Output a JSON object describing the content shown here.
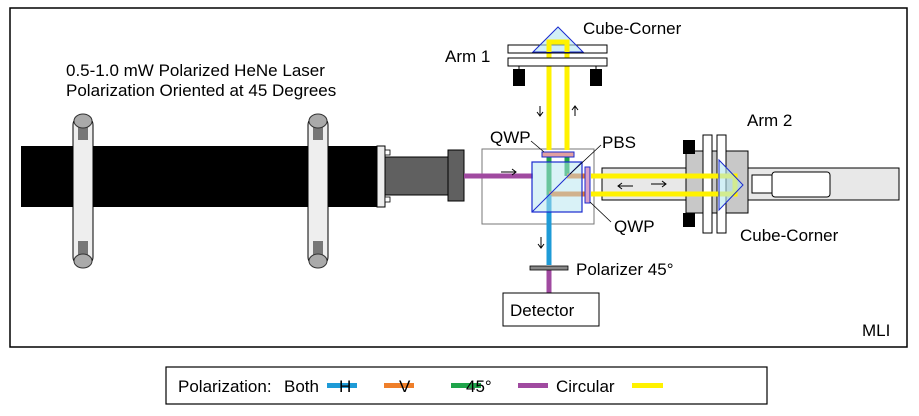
{
  "diagram": {
    "title": "Michelson Interferometer Layout",
    "laser_label_line1": "0.5-1.0 mW Polarized HeNe Laser",
    "laser_label_line2": "Polarization Oriented at 45 Degrees",
    "arm1_label": "Arm 1",
    "arm2_label": "Arm 2",
    "cube_corner_top_label": "Cube-Corner",
    "cube_corner_right_label": "Cube-Corner",
    "qwp_top_label": "QWP",
    "qwp_right_label": "QWP",
    "pbs_label": "PBS",
    "polarizer_label": "Polarizer 45°",
    "detector_label": "Detector",
    "corner_tag": "MLI"
  },
  "legend": {
    "title": "Polarization:",
    "items": [
      {
        "label": "Both",
        "color": "#1e9bd7"
      },
      {
        "label": "H",
        "color": "#ef7f2a"
      },
      {
        "label": "V",
        "color": "#1fa44a"
      },
      {
        "label": "45°",
        "color": "#a04aa0"
      },
      {
        "label": "Circular",
        "color": "#fff200"
      }
    ]
  },
  "colors": {
    "both": "#1e9bd7",
    "h": "#ef7f2a",
    "v": "#1fa44a",
    "deg45": "#a04aa0",
    "circular": "#fff200"
  }
}
